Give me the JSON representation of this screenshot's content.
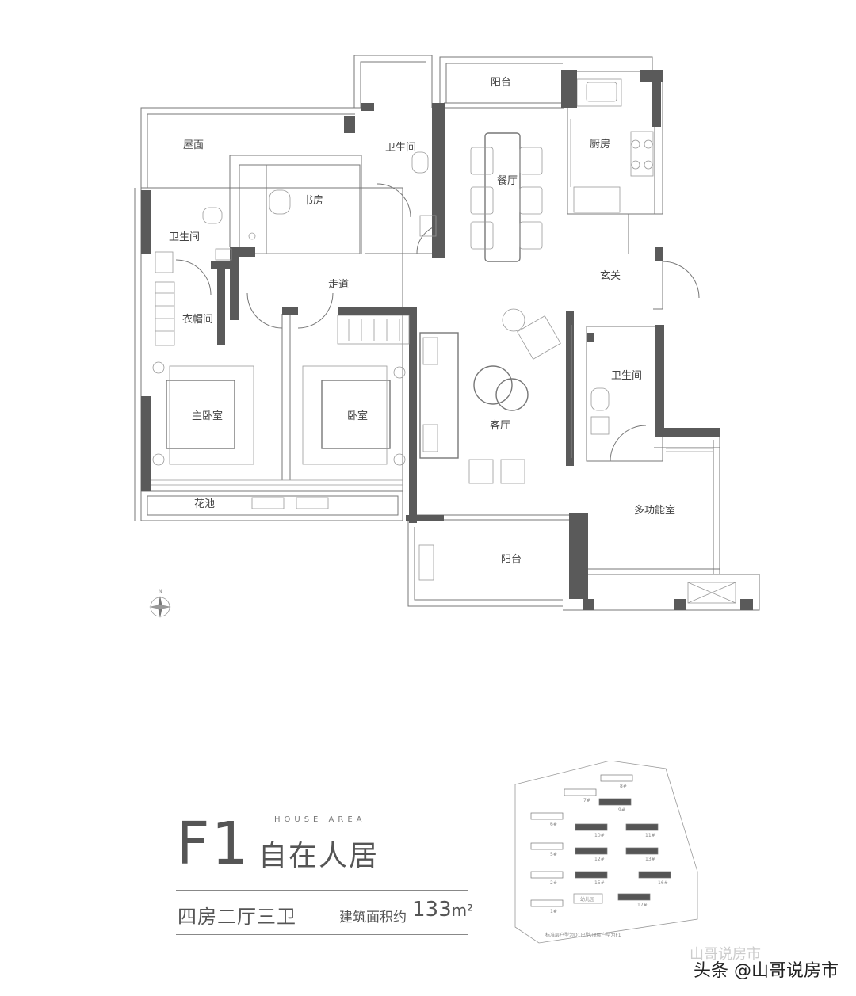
{
  "rooms": {
    "balcony_top": "阳台",
    "roof": "屋面",
    "bath_top": "卫生间",
    "dining": "餐厅",
    "kitchen": "厨房",
    "study": "书房",
    "bath_left": "卫生间",
    "corridor": "走道",
    "entrance": "玄关",
    "walkin": "衣帽间",
    "master": "主卧室",
    "bedroom": "卧室",
    "living": "客厅",
    "bath_right": "卫生间",
    "multi": "多功能室",
    "planter": "花池",
    "balcony_bottom": "阳台"
  },
  "compass": {
    "north": "N"
  },
  "title": {
    "model_code": "F1",
    "house_area": "HOUSE AREA",
    "slogan": "自在人居",
    "rooms_summary": "四房二厅三卫",
    "area_label": "建筑面积约",
    "area_value": "133",
    "area_unit": "m²"
  },
  "site_map": {
    "buildings": [
      "8#",
      "7#",
      "9#",
      "6#",
      "10#",
      "11#",
      "5#",
      "12#",
      "13#",
      "2#",
      "15#",
      "16#",
      "1#",
      "17#"
    ],
    "kindergarten": "幼儿园",
    "note": "标准层户型为D1户型,顶层户型为F1"
  },
  "watermark": {
    "text": "头条 @山哥说房市",
    "faint": "山哥说房市"
  }
}
